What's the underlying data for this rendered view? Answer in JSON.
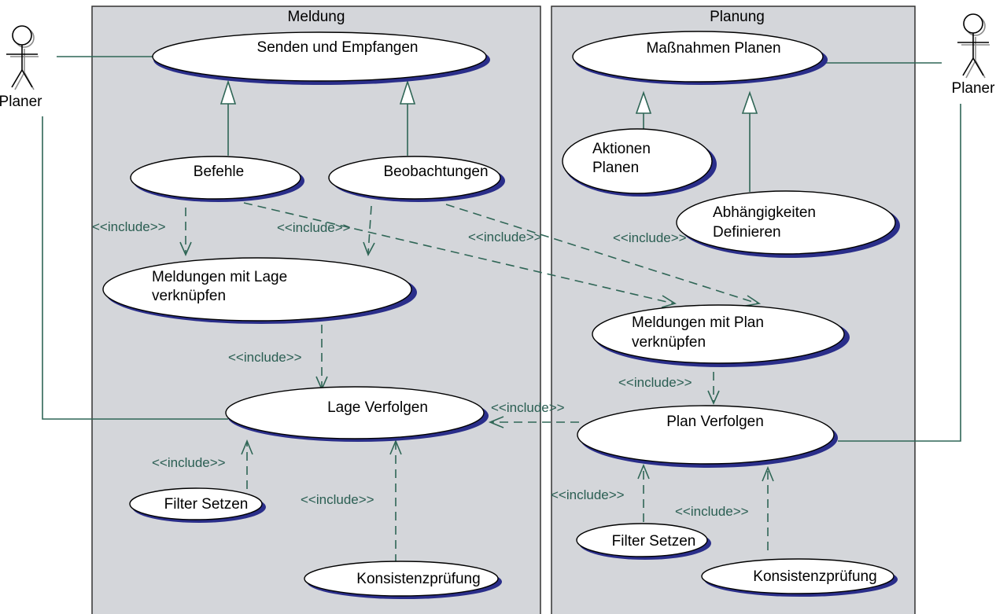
{
  "packages": {
    "meldung": {
      "title": "Meldung"
    },
    "planung": {
      "title": "Planung"
    }
  },
  "actors": {
    "left": {
      "name": "Planer"
    },
    "right": {
      "name": "Planer"
    }
  },
  "use_cases": {
    "senden": {
      "lines": [
        "Senden und Empfangen"
      ]
    },
    "befehle": {
      "lines": [
        "Befehle"
      ]
    },
    "beobachtungen": {
      "lines": [
        "Beobachtungen"
      ]
    },
    "meldungen_lage": {
      "lines": [
        "Meldungen mit Lage",
        "verknüpfen"
      ]
    },
    "lage_verfolgen": {
      "lines": [
        "Lage Verfolgen"
      ]
    },
    "filter_left": {
      "lines": [
        "Filter Setzen"
      ]
    },
    "konsistenz_left": {
      "lines": [
        "Konsistenzprüfung"
      ]
    },
    "massnahmen": {
      "lines": [
        "Maßnahmen Planen"
      ]
    },
    "aktionen": {
      "lines": [
        "Aktionen",
        "Planen"
      ]
    },
    "abhaengigkeiten": {
      "lines": [
        "Abhängigkeiten",
        "Definieren"
      ]
    },
    "meldungen_plan": {
      "lines": [
        "Meldungen mit Plan",
        "verknüpfen"
      ]
    },
    "plan_verfolgen": {
      "lines": [
        "Plan Verfolgen"
      ]
    },
    "filter_right": {
      "lines": [
        "Filter Setzen"
      ]
    },
    "konsistenz_right": {
      "lines": [
        "Konsistenzprüfung"
      ]
    }
  },
  "include_label": "<<include>>",
  "colors": {
    "package_fill": "#d4d6da",
    "connector": "#2f6656",
    "use_case_shadow": "#2a2e8a"
  }
}
